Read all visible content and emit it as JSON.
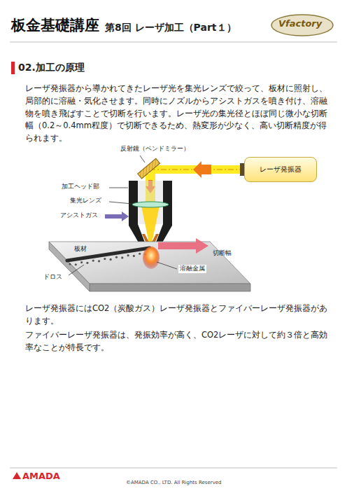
{
  "diagram": {
    "title": "板金基礎講座",
    "nodes": [
      {
        "text": [
          "レーザ発振器"
        ]
      }
    ],
    "edges": [],
    "labels": [
      "第8回 レーザ加工（Part１）",
      "Vfactory",
      "02.加工の原理",
      "レーザ発振器から導かれてきたレーザ光を集光レンズで絞って、板材に照射し、局部的に溶融・気化させます。同時にノズルからアシストガスを噴き付け、溶融物を噴き飛ばすことで切断を行います。レーザ光の集光径とほぼ同じ微小な切断幅（0.2～0.4mm程度）で切断できるため、熱変形が少なく、高い切断精度が得られます。",
      "反射鏡（ベンドミラー）",
      "加工ヘッド部",
      "集光レンズ",
      "アシストガス",
      "板材",
      "切断幅",
      "ドロス",
      "溶融金属",
      "レーザ発振器にはCO2（炭酸ガス）レーザ発振器とファイバーレーザ発振器があります。",
      "ファイバーレーザ発振器は、発振効率が高く、CO2レーザに対して約３倍と高効率なことが特長です。",
      "AMADA",
      "©AMADA CO., LTD. All Rights Reserved"
    ]
  }
}
